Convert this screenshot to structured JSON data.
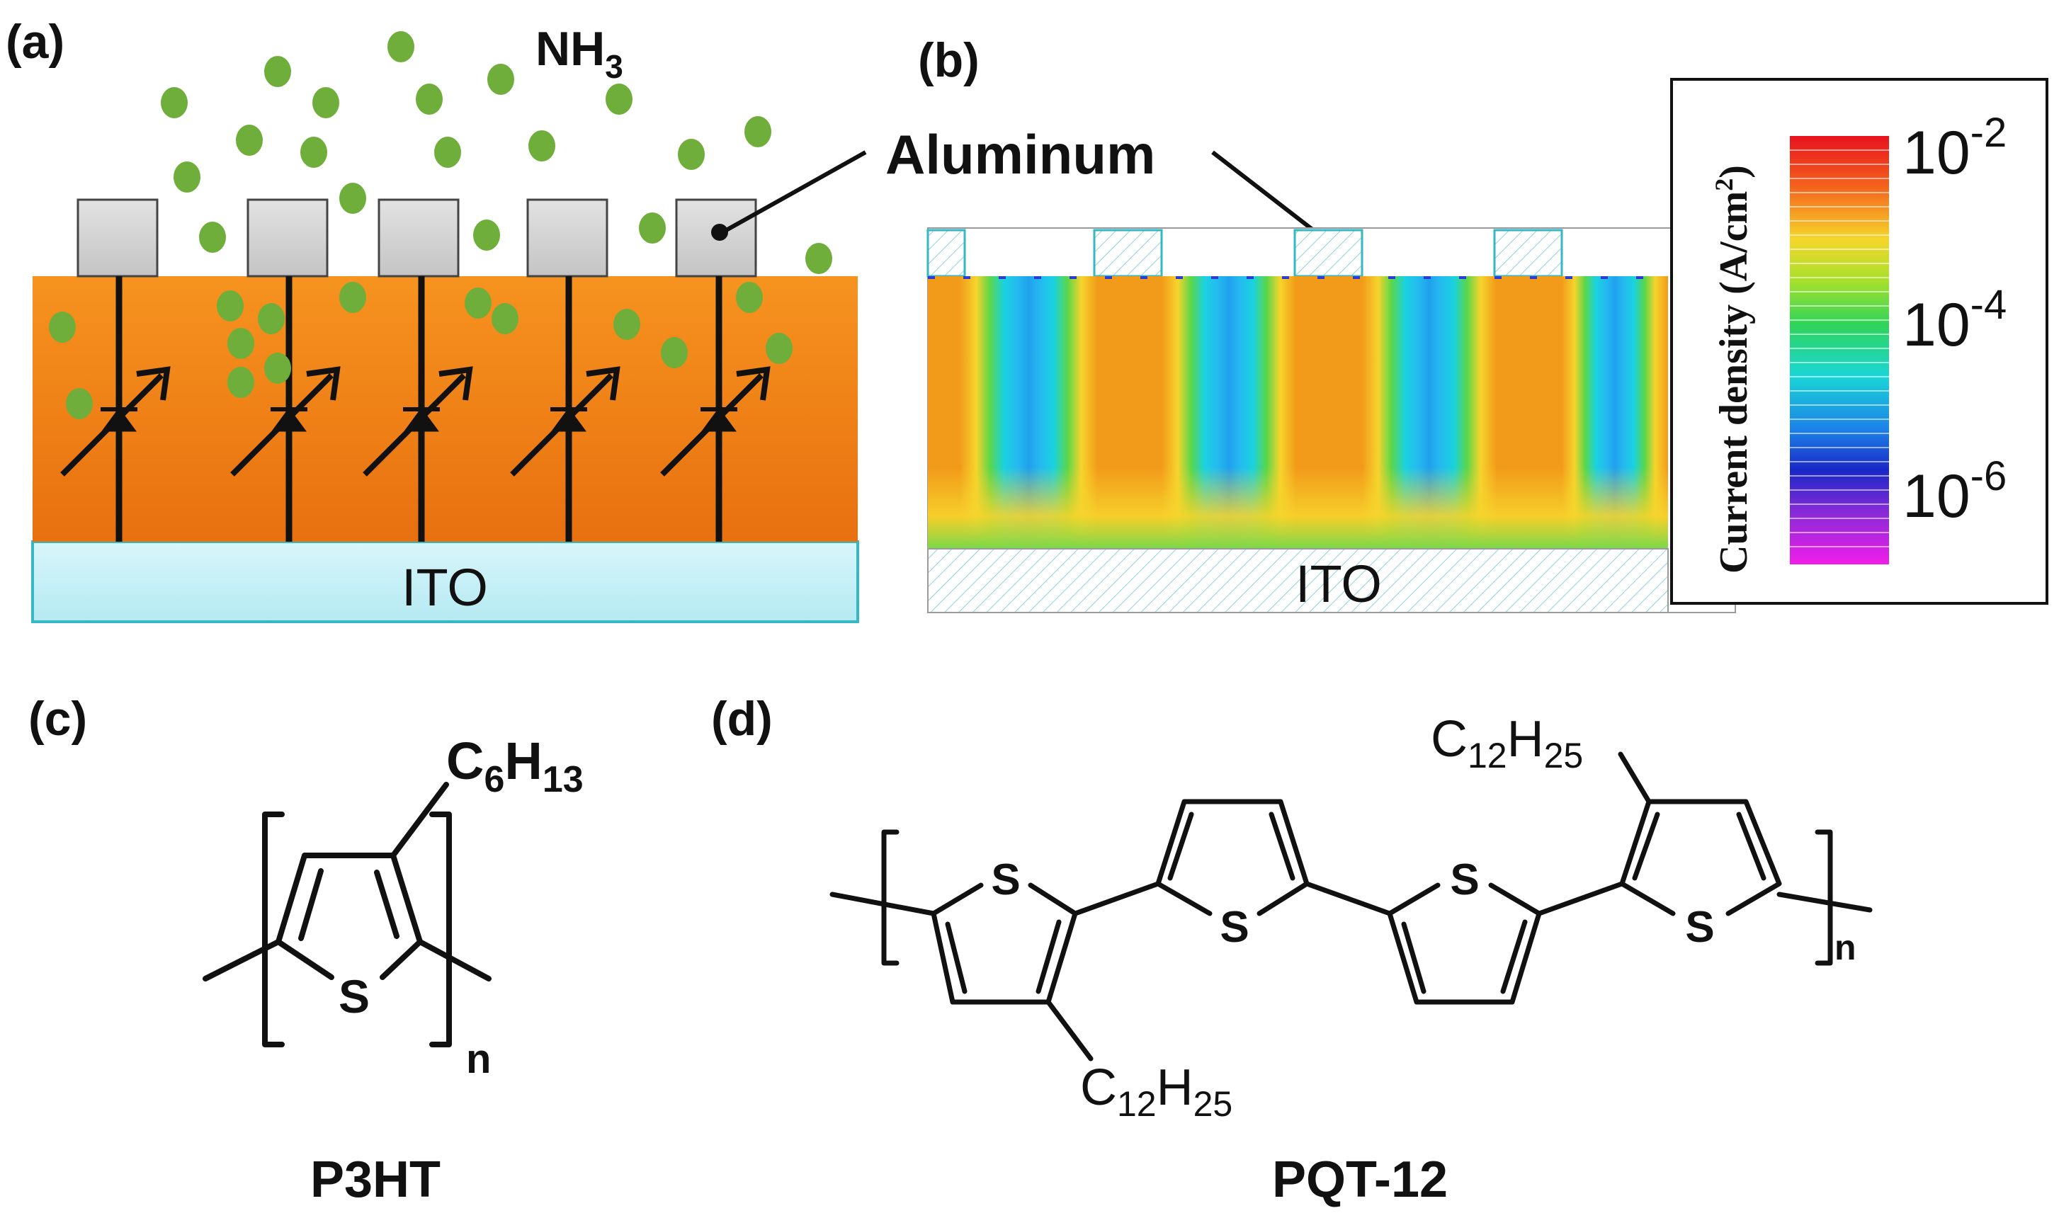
{
  "panels": {
    "a": {
      "label": "(a)",
      "gas_label": "NH",
      "gas_subscript": "3",
      "substrate_label": "ITO",
      "gas_color": "#6fae3a",
      "film_colors": [
        "#f08a1c",
        "#e86f10"
      ],
      "substrate_color": "#c9f1f7",
      "electrode_color": "#d4d4d4"
    },
    "b": {
      "label": "(b)",
      "substrate_label": "ITO",
      "colorbar": {
        "title": "Current density (A/cm",
        "title_sup": "2",
        "title_end": ")",
        "ticks": [
          {
            "base": "10",
            "exp": "-2"
          },
          {
            "base": "10",
            "exp": "-4"
          },
          {
            "base": "10",
            "exp": "-6"
          }
        ]
      }
    },
    "shared_callout": "Aluminum",
    "c": {
      "label": "(c)",
      "name": "P3HT",
      "side_chain": {
        "c": "C",
        "c_sub": "6",
        "h": "H",
        "h_sub": "13"
      },
      "atom": "S",
      "repeat": "n"
    },
    "d": {
      "label": "(d)",
      "name": "PQT-12",
      "side_chain": {
        "c": "C",
        "c_sub": "12",
        "h": "H",
        "h_sub": "25"
      },
      "atom": "S",
      "repeat": "n"
    }
  }
}
